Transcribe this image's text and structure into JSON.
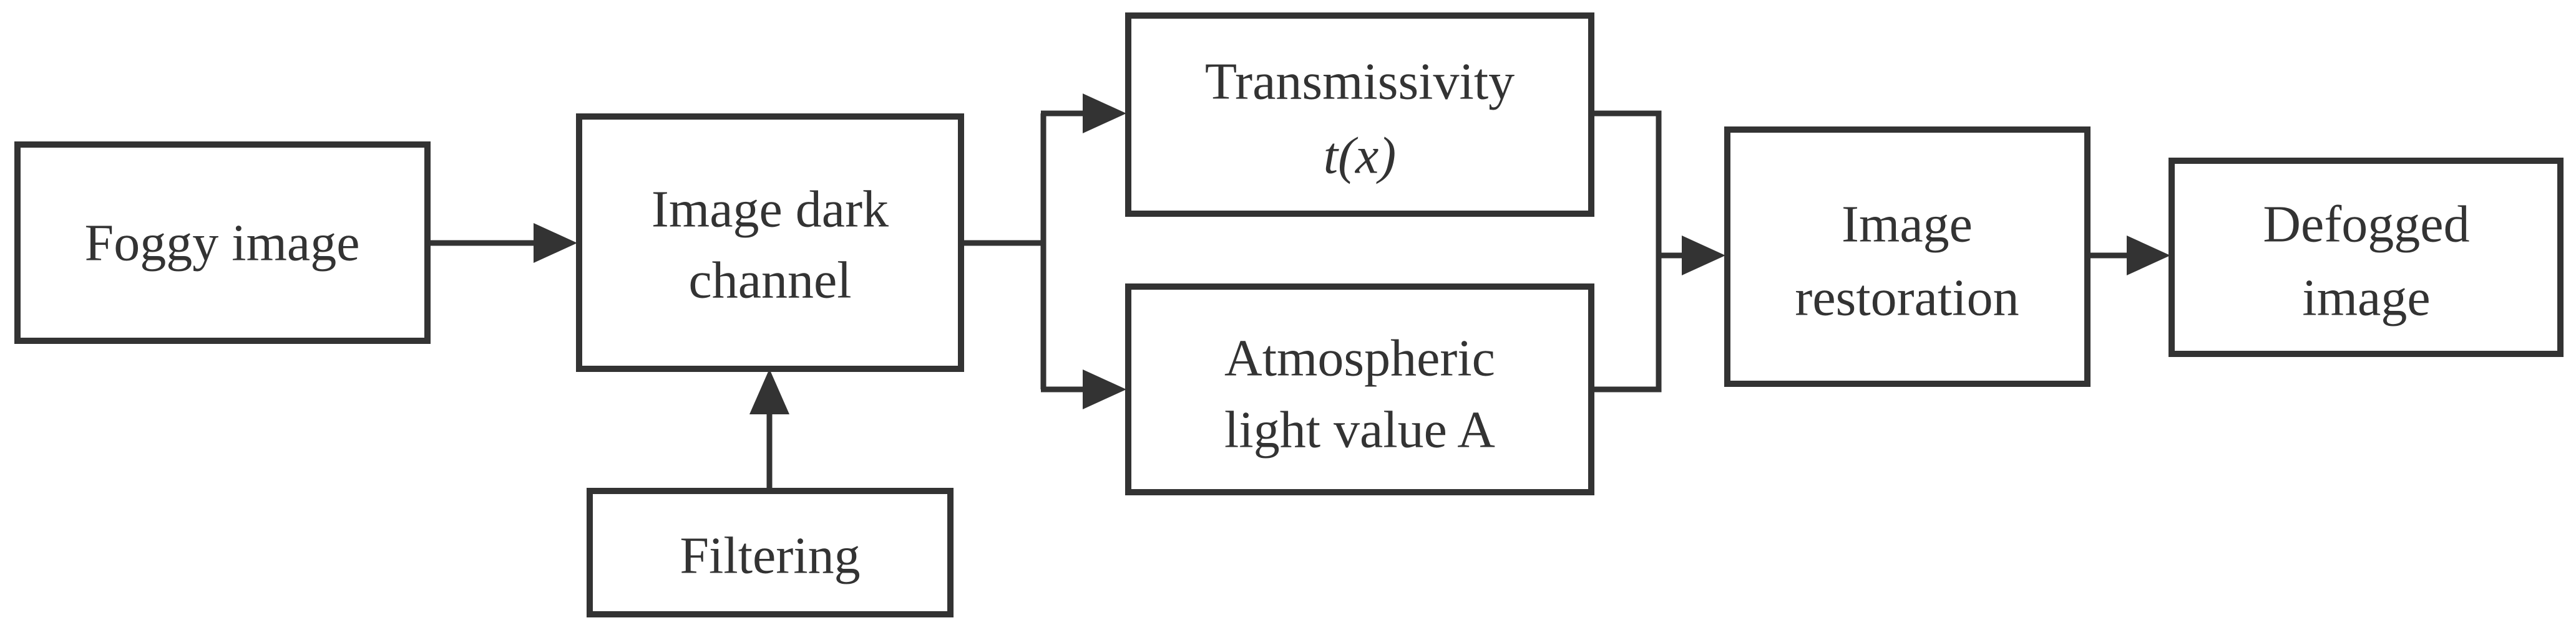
{
  "nodes": {
    "foggy_image": {
      "lines": [
        "Foggy image"
      ]
    },
    "dark_channel": {
      "lines": [
        "Image dark",
        "channel"
      ]
    },
    "filtering": {
      "lines": [
        "Filtering"
      ]
    },
    "transmissivity": {
      "lines": [
        "Transmissivity",
        "t(x)"
      ]
    },
    "atmospheric_light": {
      "lines": [
        "Atmospheric",
        "light value A"
      ]
    },
    "image_restoration": {
      "lines": [
        "Image",
        "restoration"
      ]
    },
    "defogged_image": {
      "lines": [
        "Defogged",
        "image"
      ]
    }
  },
  "colors": {
    "stroke": "#333333",
    "background": "#ffffff"
  }
}
